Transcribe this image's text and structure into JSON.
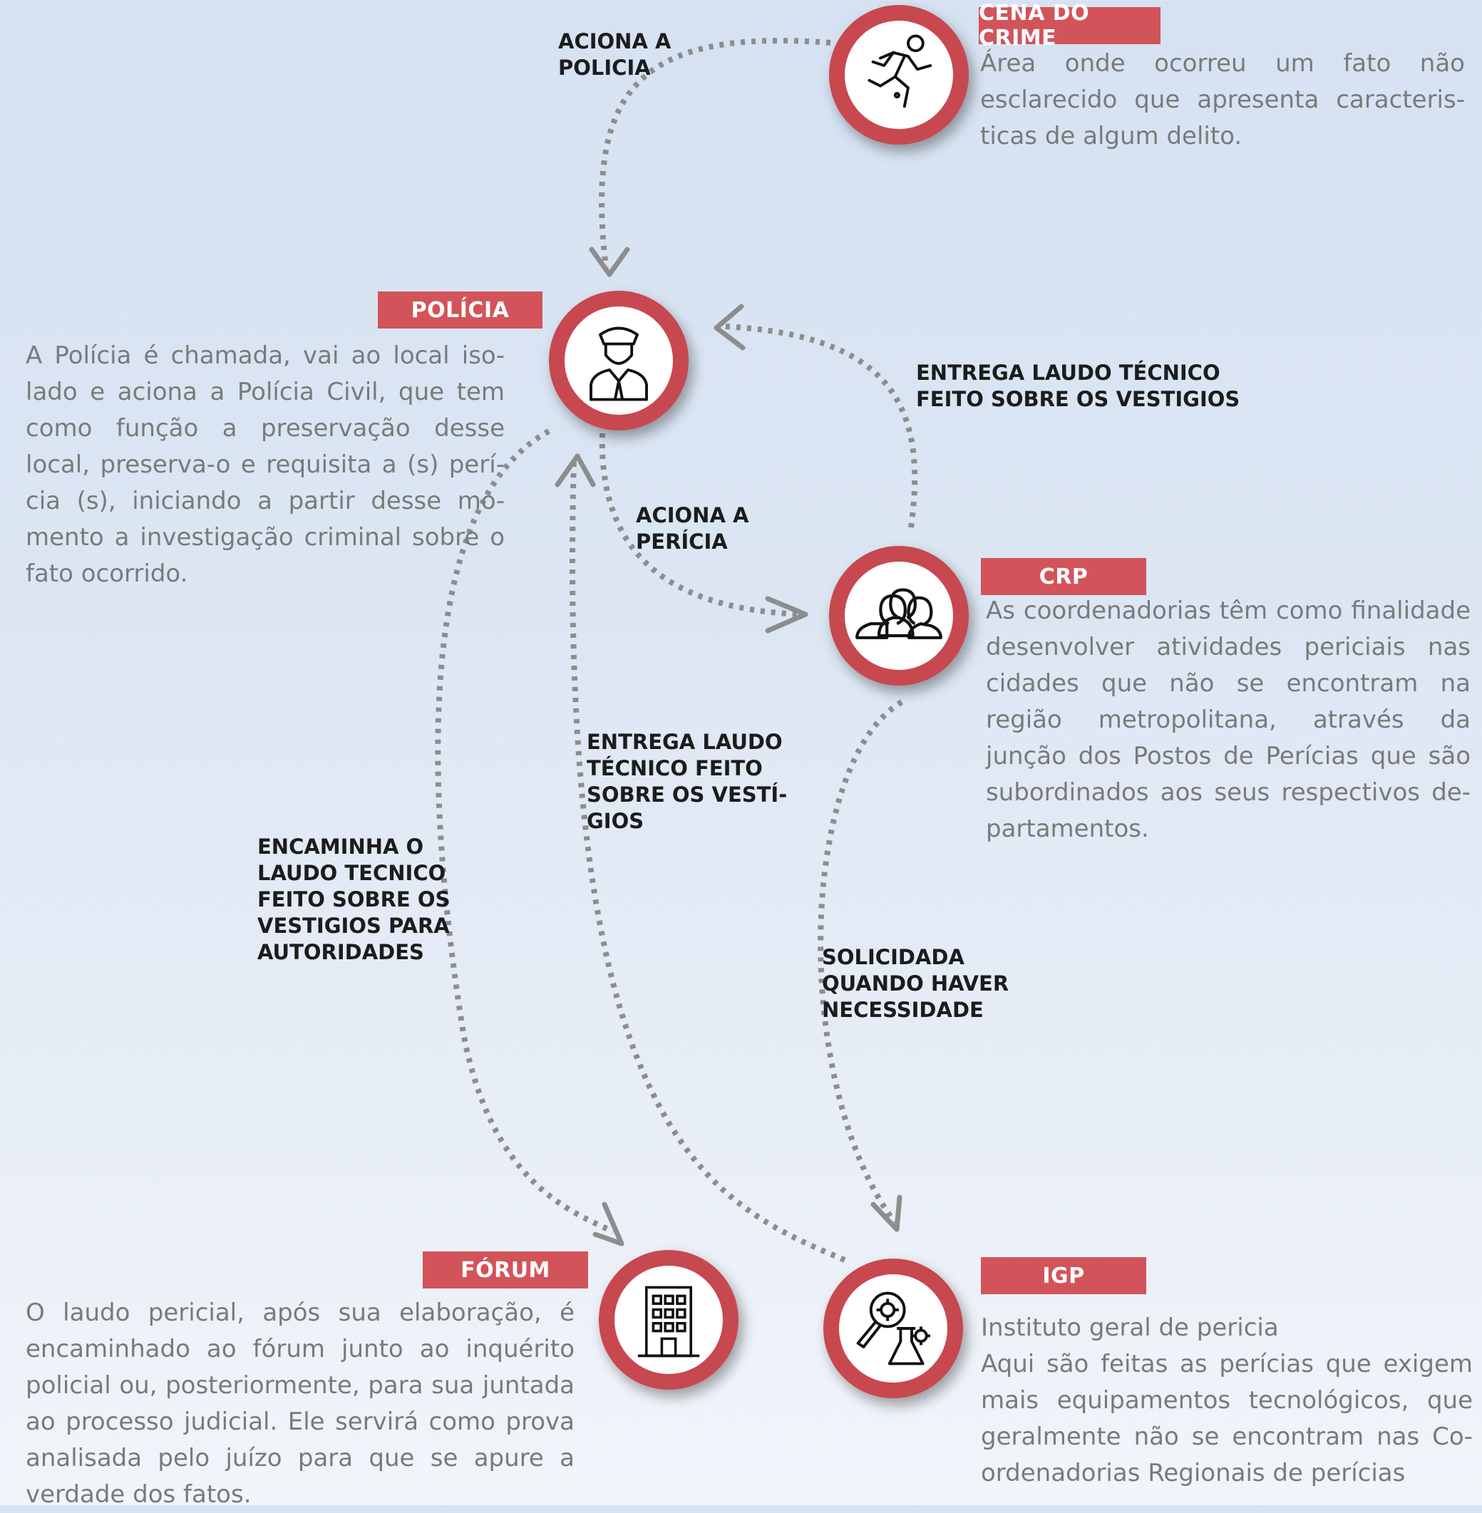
{
  "nodes": {
    "cena": {
      "tag": "CENA DO CRIME",
      "description": "Área onde ocorreu um fato não esclarecido que apresenta caracteris­ticas de algum delito."
    },
    "policia": {
      "tag": "POLÍCIA",
      "description": "A Polícia é chamada, vai ao local iso­lado e aciona a Polícia Civil, que tem como função a preservação desse local, preserva-o e requisita a (s) perí­cia (s), iniciando a partir desse mo­mento a investigação criminal sobre o fato ocorrido."
    },
    "crp": {
      "tag": "CRP",
      "description": "As coordenadorias têm como finali­dade desenvolver atividades periciais nas cidades que não se encontram na região metropolitana, através da junção dos Postos de Perícias que são subordinados aos seus respectivos de­partamentos."
    },
    "forum": {
      "tag": "FÓRUM",
      "description": "O laudo pericial, após sua elaboração, é encaminhado ao fórum junto ao inquérito policial ou, posteriormente, para sua junta­da ao processo judicial. Ele servirá como prova analisada pelo juízo para que se apure a verdade dos fatos."
    },
    "igp": {
      "tag": "IGP",
      "description_title": "Instituto geral de pericia",
      "description": "Aqui são feitas as perícias que exigem mais equipamentos tecnológicos, que geralmente não se encontram nas Co­ordenadorias Regionais de perícias"
    }
  },
  "edges": {
    "cena_to_policia": "ACIONA A\nPOLICIA",
    "crp_to_policia": "ENTREGA LAUDO TÉCNICO\nFEITO SOBRE OS VESTIGIOS",
    "policia_to_crp": "ACIONA A\nPERÍCIA",
    "igp_to_policia": "ENTREGA LAUDO\nTÉCNICO FEITO\nSOBRE OS VESTÍ-\nGIOS",
    "policia_to_forum": "ENCAMINHA O\nLAUDO TECNICO\nFEITO SOBRE OS\nVESTIGIOS PARA\nAUTORIDADES",
    "crp_to_igp": "SOLICIDADA\nQUANDO HAVER\nNECESSIDADE"
  },
  "colors": {
    "accent": "#d2545a",
    "ring": "#c8484f",
    "arrow": "#8d8d8d",
    "description_text": "#7a7a7a",
    "label_text": "#1c1c1c"
  },
  "icons": {
    "cena": "running-criminal-icon",
    "policia": "police-officer-icon",
    "crp": "group-of-people-icon",
    "forum": "building-icon",
    "igp": "magnifier-lab-flask-icon"
  }
}
